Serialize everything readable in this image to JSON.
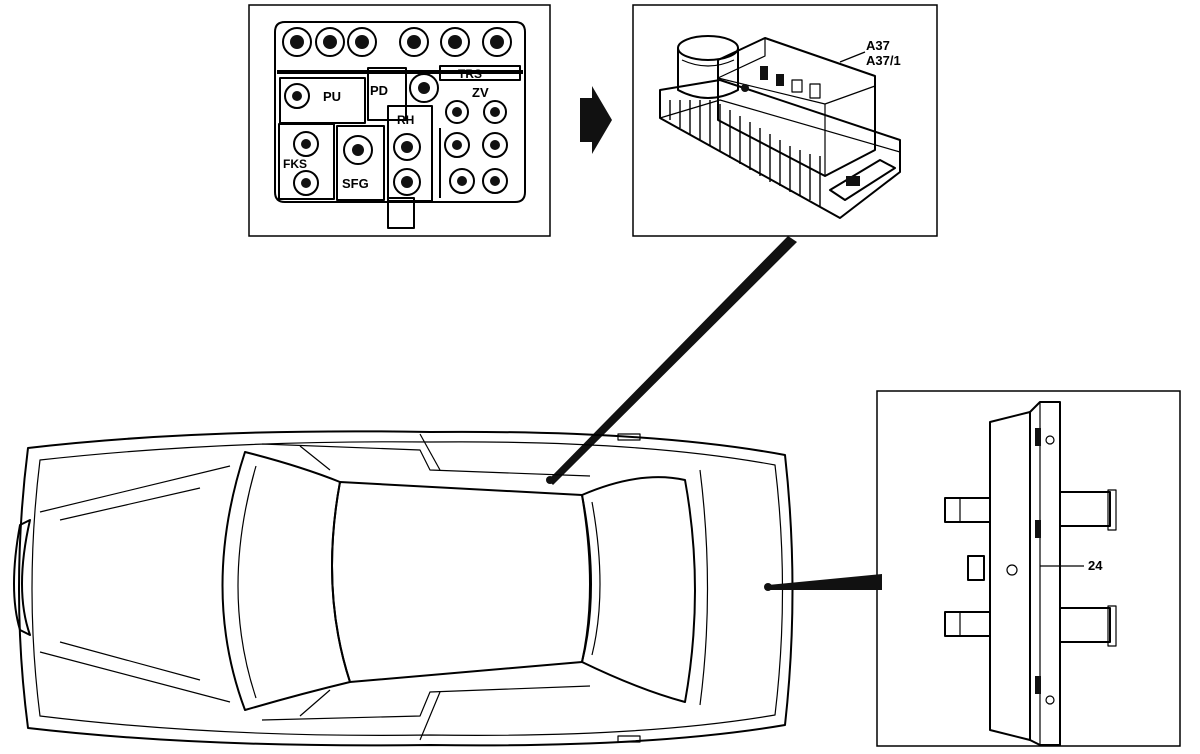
{
  "valve_block": {
    "labels": {
      "pu": "PU",
      "pd": "PD",
      "trs": "TRS",
      "zv": "ZV",
      "rh": "RH",
      "fks": "FKS",
      "sfg": "SFG"
    }
  },
  "control_module": {
    "labels": {
      "a37": "A37",
      "a37_1": "A37/1"
    }
  },
  "rear_component": {
    "label": "24"
  },
  "colors": {
    "line": "#000000",
    "background": "#ffffff"
  }
}
